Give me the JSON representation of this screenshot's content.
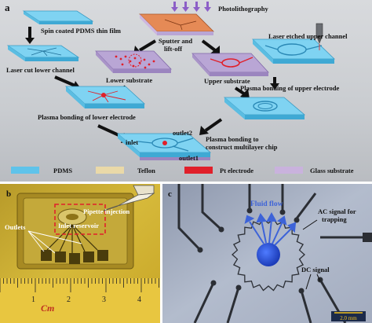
{
  "panel_a": {
    "letter": "a",
    "steps": {
      "spin": "Spin coated PDMS thin film",
      "photo": "Photolithography",
      "sputter_line1": "Sputter and",
      "sputter_line2": "lift-off",
      "laser_upper": "Laser etched upper channel",
      "laser_lower": "Laser cut lower channel",
      "lower_substrate": "Lower substrate",
      "upper_substrate": "Upper substrate",
      "bond_upper": "Plasma bonding of upper electrode",
      "bond_lower": "Plasma bonding of lower electrode",
      "bond_multi_line1": "Plasma bonding to",
      "bond_multi_line2": "construct multilayer chip",
      "inlet": "inlet",
      "outlet2": "outlet2",
      "outlet1": "outlet1"
    },
    "legend": [
      {
        "label": "PDMS",
        "color": "#5fc3ea"
      },
      {
        "label": "Teflon",
        "color": "#ead9a8"
      },
      {
        "label": "Pt electrode",
        "color": "#e0202a"
      },
      {
        "label": "Glass substrate",
        "color": "#c9b2dd"
      }
    ]
  },
  "panel_b": {
    "letter": "b",
    "pipette": "Pipette injection",
    "reservoir": "Inlet reservoir",
    "outlets": "Outlets",
    "ruler_unit": "Cm",
    "ruler_numbers": [
      "1",
      "2",
      "3",
      "4"
    ]
  },
  "panel_c": {
    "letter": "c",
    "fluid_flow": "Fluid flow",
    "ac_line1": "AC signal for",
    "ac_line2": "trapping",
    "dc": "DC signal",
    "scale": "2.0 mm"
  },
  "colors": {
    "pdms": "#5fc3ea",
    "teflon": "#ead9a8",
    "pt": "#e0202a",
    "glass": "#c9b2dd",
    "photoresist": "#e58a56",
    "flow": "#3d63d8"
  }
}
